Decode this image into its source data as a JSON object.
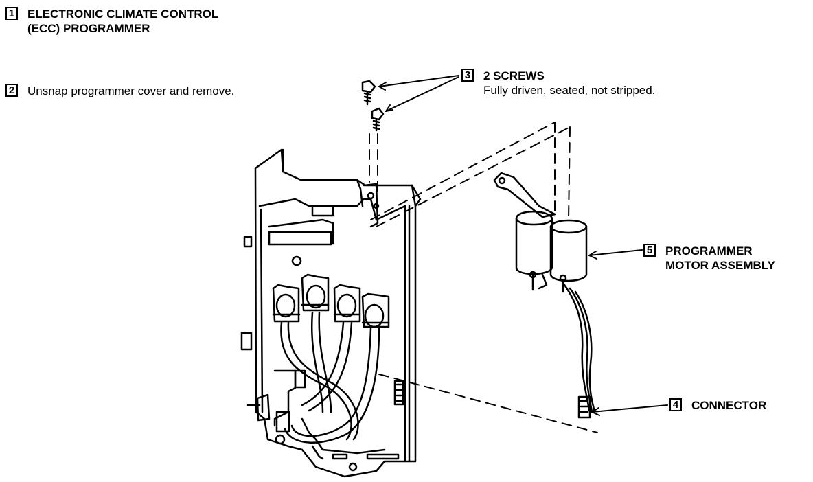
{
  "callouts": [
    {
      "number": "1",
      "line1": "ELECTRONIC CLIMATE CONTROL",
      "line2": "(ECC) PROGRAMMER"
    },
    {
      "number": "2",
      "line1": "Unsnap programmer cover and remove."
    },
    {
      "number": "3",
      "line1": "2 SCREWS",
      "line2": "Fully driven, seated, not stripped."
    },
    {
      "number": "4",
      "line1": "CONNECTOR"
    },
    {
      "number": "5",
      "line1": "PROGRAMMER",
      "line2": "MOTOR ASSEMBLY"
    }
  ]
}
